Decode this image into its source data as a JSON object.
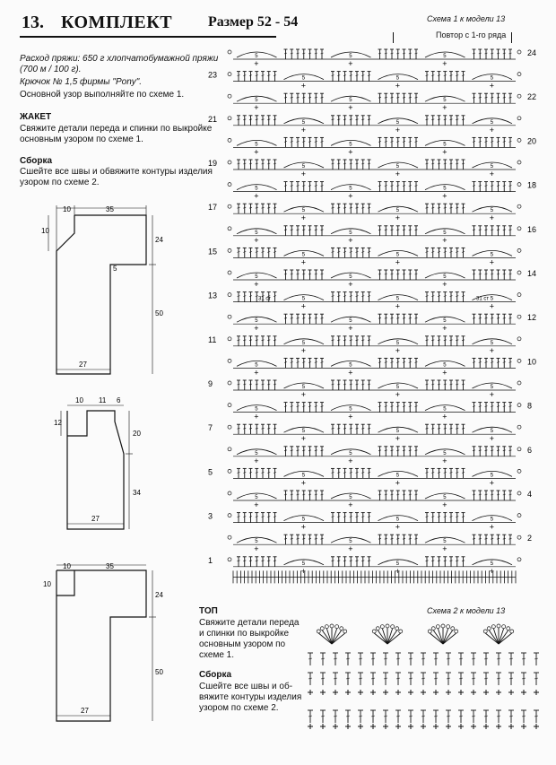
{
  "header": {
    "number": "13.",
    "title": "КОМПЛЕКТ",
    "size": "Размер 52 - 54"
  },
  "intro": {
    "yarn_line1": "Расход пряжи: 650 г хлопчатобумажной пряжи",
    "yarn_line2": "(700 м / 100 г).",
    "hook": "Крючок № 1,5 фирмы \"Pony\".",
    "pattern": "Основной узор выполняйте по схеме 1."
  },
  "jacket": {
    "title": "ЖАКЕТ",
    "line1": "Свяжите детали переда и спинки по выкройке",
    "line2": "основным узором по схеме 1."
  },
  "assembly1": {
    "title": "Сборка",
    "line1": "Сшейте все швы и обвяжите контуры изделия",
    "line2": "узором по схеме 2."
  },
  "top": {
    "title": "ТОП",
    "lines": [
      "Свяжите детали переда",
      "и спинки по выкройке",
      "основным узором по",
      "схеме 1."
    ]
  },
  "assembly2": {
    "title": "Сборка",
    "lines": [
      "Сшейте все швы и об-",
      "вяжите контуры изделия",
      "узором по схеме 2."
    ]
  },
  "pattern1": {
    "title": "Схема 1 к модели 13",
    "repeat": "Повтор с 1-го ряда",
    "left_rows": [
      "23",
      "21",
      "19",
      "17",
      "15",
      "13",
      "11",
      "9",
      "7",
      "5",
      "3",
      "1"
    ],
    "right_rows": [
      "24",
      "22",
      "20",
      "18",
      "16",
      "14",
      "12",
      "10",
      "8",
      "6",
      "4",
      "2"
    ],
    "note_31": "31 ст"
  },
  "pattern2": {
    "title": "Схема 2 к модели 13"
  },
  "schematic1": {
    "top_a": "10",
    "top_b": "35",
    "side_a": "10",
    "shoulder": "5",
    "height_a": "24",
    "height_b": "50",
    "bottom": "27"
  },
  "schematic2": {
    "top_a": "10",
    "top_b": "11",
    "top_c": "6",
    "side_a": "12",
    "height_a": "20",
    "height_b": "34",
    "bottom": "27"
  },
  "schematic3": {
    "top_a": "10",
    "top_b": "35",
    "side_a": "10",
    "height_a": "24",
    "height_b": "50",
    "bottom": "27"
  }
}
